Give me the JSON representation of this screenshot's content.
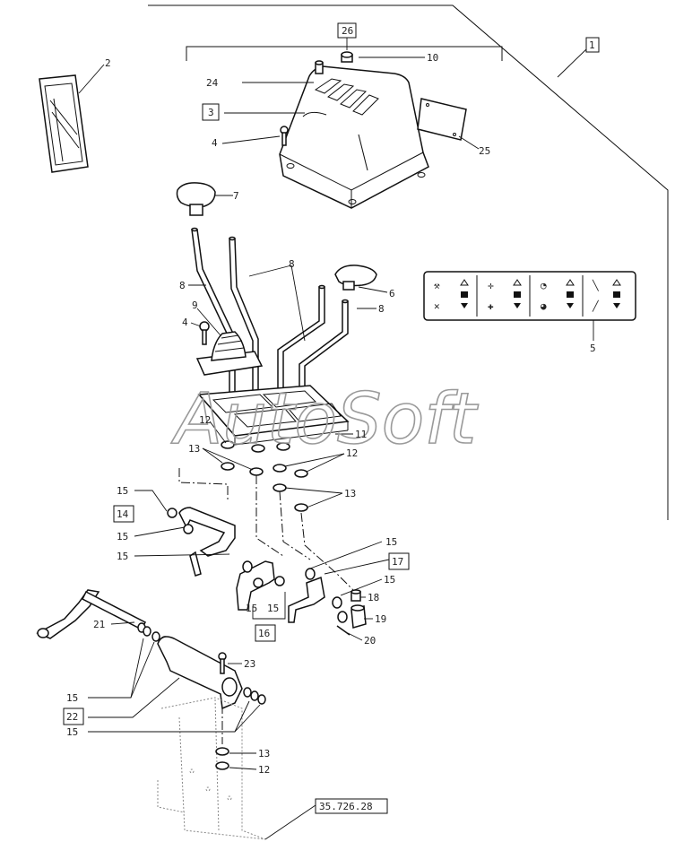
{
  "diagram": {
    "watermark": "AutoSoft",
    "callouts": {
      "c2": "2",
      "c26": "26",
      "c10": "10",
      "c1": "1",
      "c24": "24",
      "c3": "3",
      "c4a": "4",
      "c25": "25",
      "c7": "7",
      "c8a": "8",
      "c8b": "8",
      "c6": "6",
      "c8c": "8",
      "c9": "9",
      "c4b": "4",
      "c5": "5",
      "c12a": "12",
      "c11": "11",
      "c13a": "13",
      "c12b": "12",
      "c13b": "13",
      "c15a": "15",
      "c14": "14",
      "c15b": "15",
      "c15c": "15",
      "c15d": "15",
      "c17": "17",
      "c15e": "15",
      "c18": "18",
      "c15f": "15",
      "c15g": "15",
      "c16": "16",
      "c19": "19",
      "c20": "20",
      "c21": "21",
      "c23": "23",
      "c15h": "15",
      "c22": "22",
      "c15i": "15",
      "c13c": "13",
      "c12c": "12",
      "ref": "35.726.28"
    }
  }
}
